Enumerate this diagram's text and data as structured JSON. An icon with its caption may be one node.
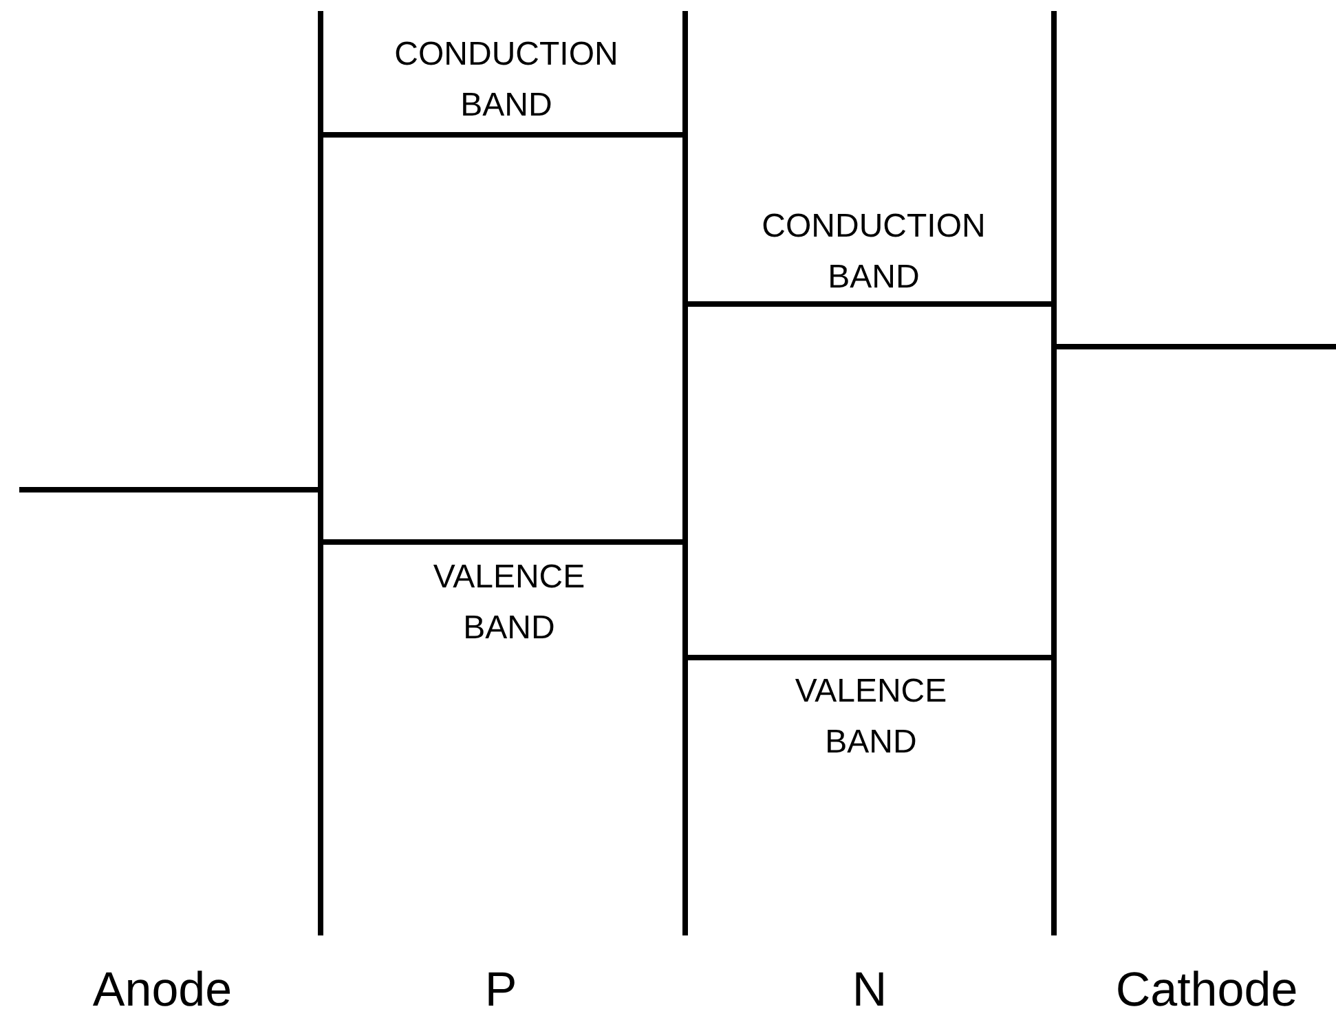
{
  "diagram": {
    "labels": [
      "CONDUCTION BAND",
      "CONDUCTION BAND",
      "VALENCE BAND",
      "VALENCE BAND",
      "Anode",
      "P",
      "N",
      "Cathode"
    ]
  }
}
